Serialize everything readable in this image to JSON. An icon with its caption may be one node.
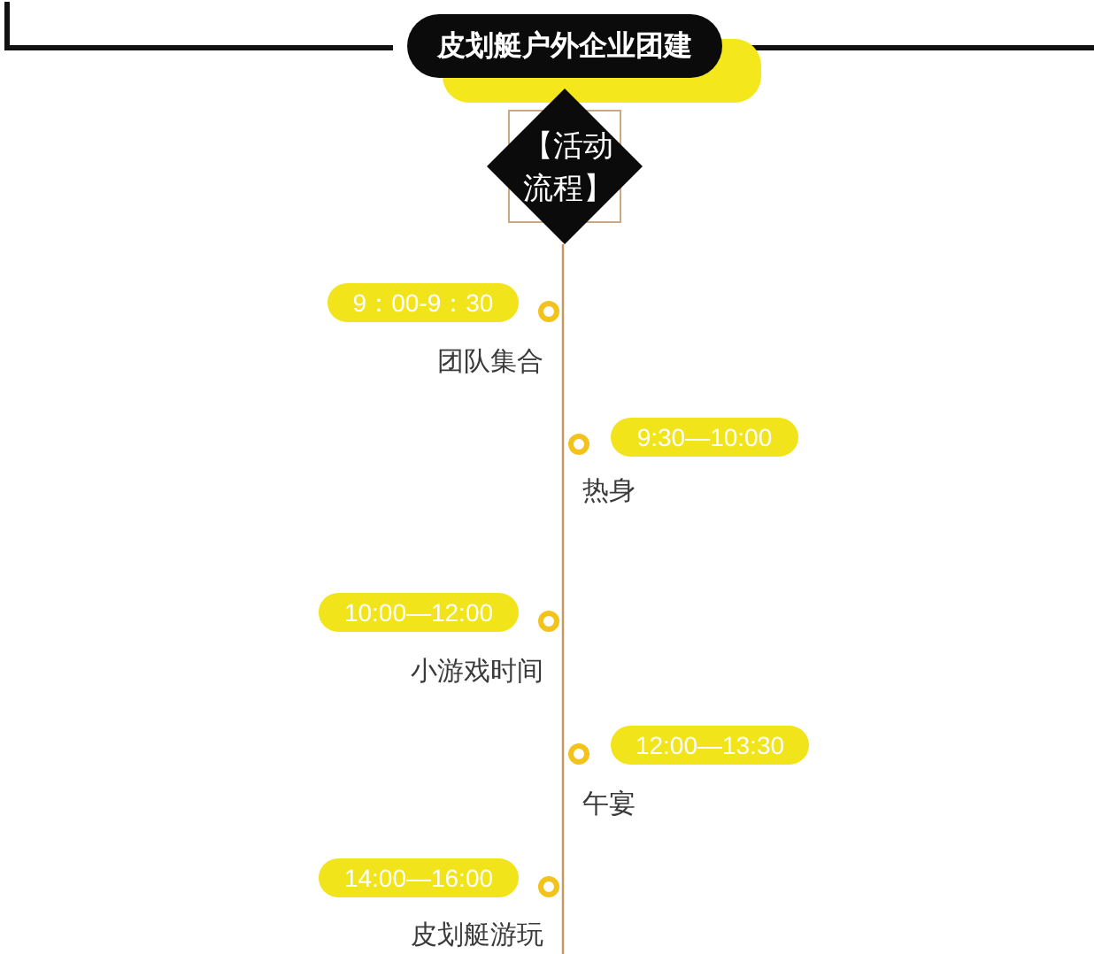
{
  "diagram": {
    "nodes": [
      {
        "text": [
          "皮划艇户外企业团建"
        ]
      },
      {
        "text": [
          "【活动流程】"
        ]
      },
      {
        "text": [
          "9：00-9：30"
        ],
        "beside": [
          "团队集合"
        ]
      },
      {
        "text": [
          "9:30—10:00"
        ],
        "beside": [
          "热身"
        ]
      },
      {
        "text": [
          "10:00—12:00"
        ],
        "beside": [
          "小游戏时间"
        ]
      },
      {
        "text": [
          "12:00—13:30"
        ],
        "beside": [
          "午宴"
        ]
      },
      {
        "text": [
          "14:00—16:00"
        ],
        "beside": [
          "皮划艇游玩"
        ]
      }
    ]
  }
}
